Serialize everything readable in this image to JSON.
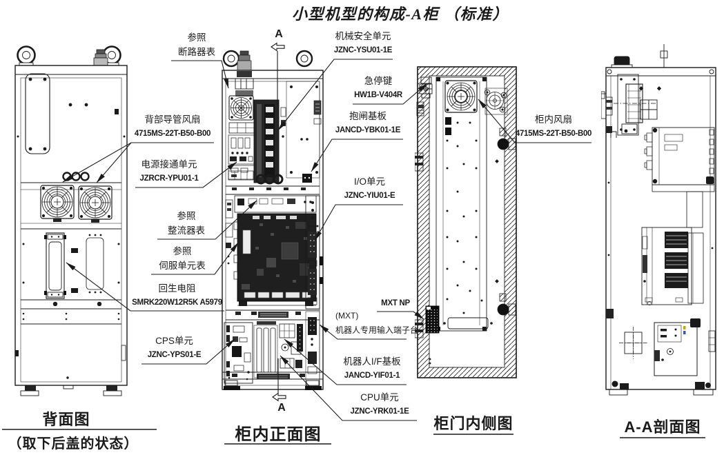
{
  "title": "小型机型的构成-A柜 （标准）",
  "section_markers": {
    "top": "A",
    "bottom": "A"
  },
  "callouts": {
    "ref_breaker": {
      "line1": "参照",
      "line2": "断路器表"
    },
    "rear_duct_fan": {
      "line1": "背部导管风扇",
      "line2": "4715MS-22T-B50-B00"
    },
    "power_on_unit": {
      "line1": "电源接通单元",
      "line2": "JZRCR-YPU01-1"
    },
    "ref_rectifier": {
      "line1": "参照",
      "line2": "整流器表"
    },
    "ref_servo": {
      "line1": "参照",
      "line2": "伺服单元表"
    },
    "regen_resistor": {
      "line1": "回生电阻",
      "line2": "SMRK220W12R5K A5979"
    },
    "cps_unit": {
      "line1": "CPS单元",
      "line2": "JZNC-YPS01-E"
    },
    "machine_safety_unit": {
      "line1": "机械安全单元",
      "line2": "JZNC-YSU01-1E"
    },
    "estop_key": {
      "line1": "急停键",
      "line2": "HW1B-V404R"
    },
    "brake_board": {
      "line1": "抱闸基板",
      "line2": "JANCD-YBK01-1E"
    },
    "io_unit": {
      "line1": "I/O单元",
      "line2": "JZNC-YIU01-E"
    },
    "cabinet_fan": {
      "line1": "柜内风扇",
      "line2": "4715MS-22T-B50-B00"
    },
    "mxt_np": {
      "line1": "MXT NP"
    },
    "mxt_terminal": {
      "line1": "(MXT)",
      "line2": "机器人专用输入端子台"
    },
    "robot_if_board": {
      "line1": "机器人I/F基板",
      "line2": "JANCD-YIF01-1"
    },
    "cpu_unit": {
      "line1": "CPU单元",
      "line2": "JZNC-YRK01-1E"
    }
  },
  "captions": {
    "rear_view": "背面图",
    "rear_view_note": "（取下后盖的状态）",
    "front_view": "柜内正面图",
    "door_view": "柜门内侧图",
    "section_view": "A-A剖面图"
  },
  "colors": {
    "ink": "#1a1a1a",
    "paper": "#ffffff"
  }
}
